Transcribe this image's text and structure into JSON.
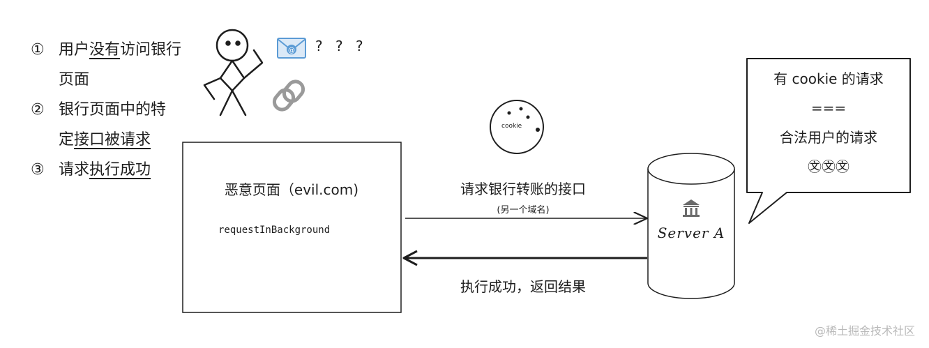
{
  "steps": [
    {
      "num": "①",
      "parts": [
        "用户",
        "没有",
        "访问银行页面"
      ],
      "underline": [
        false,
        true,
        false
      ]
    },
    {
      "num": "②",
      "parts": [
        "银行页面中的特定",
        "接口被请求",
        ""
      ],
      "underline": [
        false,
        true,
        false
      ]
    },
    {
      "num": "③",
      "parts": [
        "请求",
        "执行成功",
        ""
      ],
      "underline": [
        false,
        true,
        false
      ]
    }
  ],
  "question_marks": "? ? ?",
  "cookie_label": "cookie",
  "evil_page": {
    "title": "恶意页面（evil.com)",
    "code": "requestInBackground"
  },
  "request": {
    "label": "请求银行转账的接口",
    "sublabel": "(另一个域名)"
  },
  "response": {
    "label": "执行成功，返回结果"
  },
  "server": {
    "label": "Server A",
    "icon": "bank-icon"
  },
  "bubble": {
    "line1": "有 cookie 的请求",
    "line2": "===",
    "line3": "合法用户的请求",
    "line4": "㉆㉆㉆"
  },
  "watermark": "@稀土掘金技术社区",
  "icons": {
    "mail": "mail-icon",
    "link": "link-icon"
  },
  "colors": {
    "stroke": "#1e1e1e",
    "mail_blue": "#5b9bd5",
    "link_gray": "#9a9a9a",
    "watermark": "#b9b9b9"
  }
}
